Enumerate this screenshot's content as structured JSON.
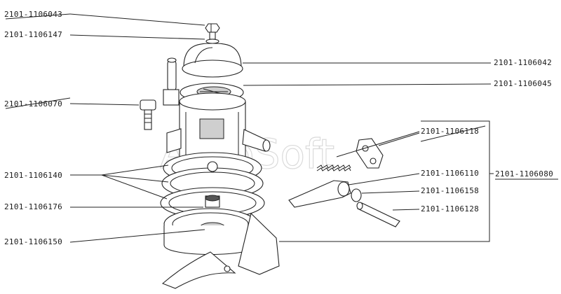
{
  "watermark": "AutoSoft",
  "labels": {
    "l1": "2101-1106043",
    "l2": "2101-1106147",
    "l3": "2101-1106070",
    "l4": "2101-1106140",
    "l5": "2101-1106176",
    "l6": "2101-1106150",
    "r1": "2101-1106042",
    "r2": "2101-1106045",
    "r3": "2101-1106118",
    "r4": "2101-1106110",
    "r5": "2101-1106158",
    "r6": "2101-1106128",
    "assembly": "2101-1106080"
  }
}
